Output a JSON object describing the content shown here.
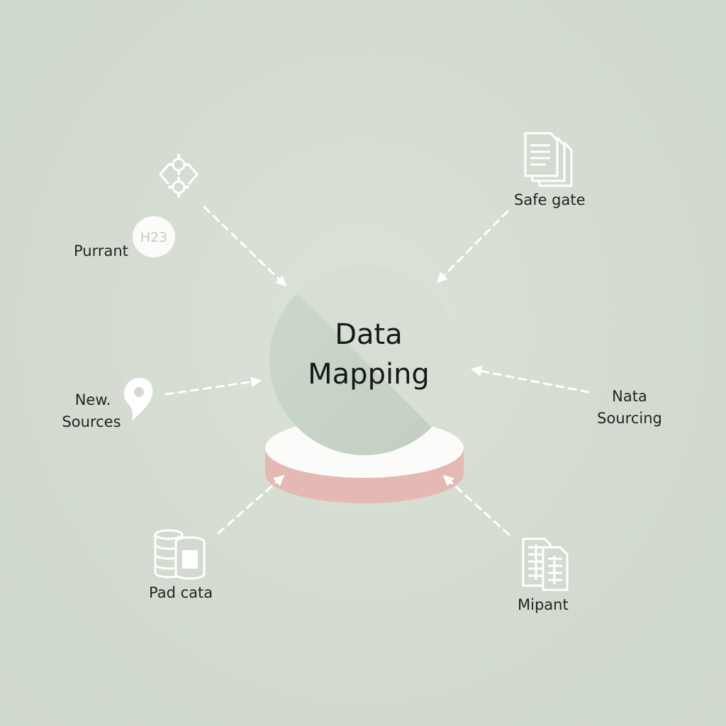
{
  "center": {
    "line1": "Data",
    "line2": "Mapping"
  },
  "nodes": {
    "top_left": {
      "label": "Purrant",
      "badge": "H23",
      "icons": [
        "gears-icon",
        "h23-badge-icon"
      ]
    },
    "top_right": {
      "label": "Safe gate",
      "icon": "documents-icon"
    },
    "mid_left": {
      "line1": "New.",
      "line2": "Sources",
      "icon": "map-pin-icon"
    },
    "mid_right": {
      "line1": "Nata",
      "line2": "Sourcing"
    },
    "bottom_left": {
      "label": "Pad cata",
      "icon": "database-icon"
    },
    "bottom_right": {
      "label": "Mipant",
      "icon": "spreadsheet-icon"
    }
  },
  "colors": {
    "background": "#d5ddd2",
    "sphere": "#c9d4c8",
    "platform_top": "#fbfbf9",
    "platform_side": "#e4b9b4",
    "arrow": "#ffffff"
  }
}
